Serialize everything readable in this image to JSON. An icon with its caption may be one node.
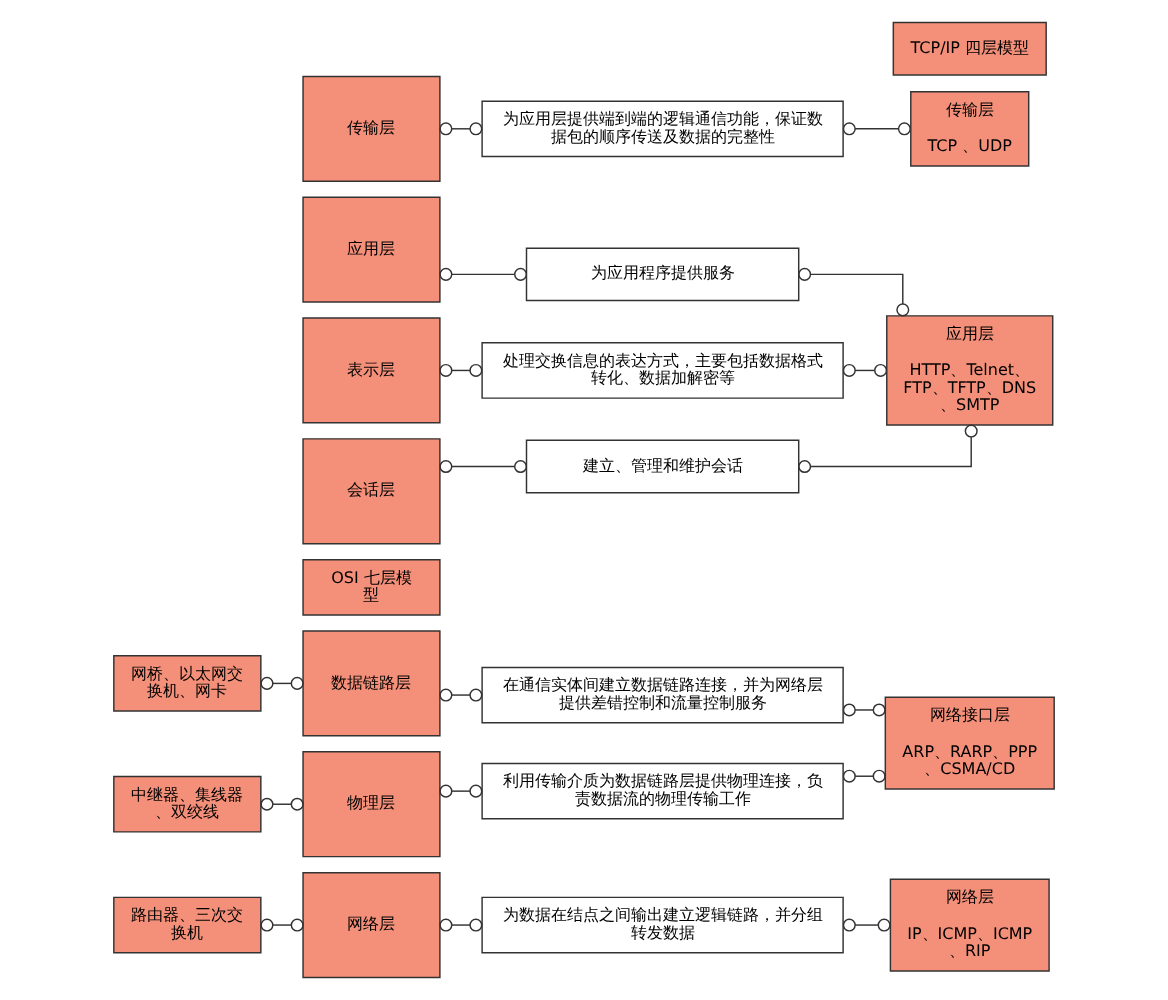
{
  "diagram": {
    "nodes": [
      {
        "text": [
          "OSI 七层模型"
        ]
      },
      {
        "text": [
          "TCP/IP 四层模型"
        ]
      },
      {
        "text": [
          "应用层"
        ]
      },
      {
        "text": [
          "表示层"
        ]
      },
      {
        "text": [
          "会话层"
        ]
      },
      {
        "text": [
          "传输层"
        ]
      },
      {
        "text": [
          "网络层"
        ]
      },
      {
        "text": [
          "数据链路层"
        ]
      },
      {
        "text": [
          "物理层"
        ]
      },
      {
        "text": [
          "为应用程序提供服务"
        ]
      },
      {
        "text": [
          "处理交换信息的表达方式，主要包括数据格式转化、数据加解密等"
        ]
      },
      {
        "text": [
          "建立、管理和维护会话"
        ]
      },
      {
        "text": [
          "为应用层提供端到端的逻辑通信功能，保证数据包的顺序传送及数据的完整性"
        ]
      },
      {
        "text": [
          "为数据在结点之间输出建立逻辑链路，并分组转发数据"
        ]
      },
      {
        "text": [
          "在通信实体间建立数据链路连接，并为网络层提供差错控制和流量控制服务"
        ]
      },
      {
        "text": [
          "利用传输介质为数据链路层提供物理连接，负责数据流的物理传输工作"
        ]
      },
      {
        "text": [
          "应用层",
          "HTTP、Telnet、FTP、TFTP、DNS、SMTP"
        ]
      },
      {
        "text": [
          "传输层",
          "TCP 、UDP"
        ]
      },
      {
        "text": [
          "网络层",
          "IP、ICMP、ICMP、RIP"
        ]
      },
      {
        "text": [
          "网络接口层",
          "ARP、RARP、PPP、CSMA/CD"
        ]
      },
      {
        "text": [
          "路由器、三次交换机"
        ]
      },
      {
        "text": [
          "网桥、以太网交换机、网卡"
        ]
      },
      {
        "text": [
          "中继器、集线器、双绞线"
        ]
      }
    ],
    "edges": [
      {
        "from": 2,
        "to": 9,
        "arrow": "other"
      },
      {
        "from": 3,
        "to": 10,
        "arrow": "other"
      },
      {
        "from": 4,
        "to": 11,
        "arrow": "other"
      },
      {
        "from": 5,
        "to": 12,
        "arrow": "other"
      },
      {
        "from": 6,
        "to": 13,
        "arrow": "other"
      },
      {
        "from": 7,
        "to": 14,
        "arrow": "other"
      },
      {
        "from": 8,
        "to": 15,
        "arrow": "other"
      },
      {
        "from": 9,
        "to": 16,
        "arrow": "other"
      },
      {
        "from": 10,
        "to": 16,
        "arrow": "other"
      },
      {
        "from": 11,
        "to": 16,
        "arrow": "other"
      },
      {
        "from": 12,
        "to": 17,
        "arrow": "other"
      },
      {
        "from": 13,
        "to": 18,
        "arrow": "other"
      },
      {
        "from": 14,
        "to": 19,
        "arrow": "other"
      },
      {
        "from": 15,
        "to": 19,
        "arrow": "other"
      },
      {
        "from": 20,
        "to": 6,
        "arrow": "other"
      },
      {
        "from": 21,
        "to": 7,
        "arrow": "other"
      },
      {
        "from": 22,
        "to": 8,
        "arrow": "other"
      }
    ]
  }
}
